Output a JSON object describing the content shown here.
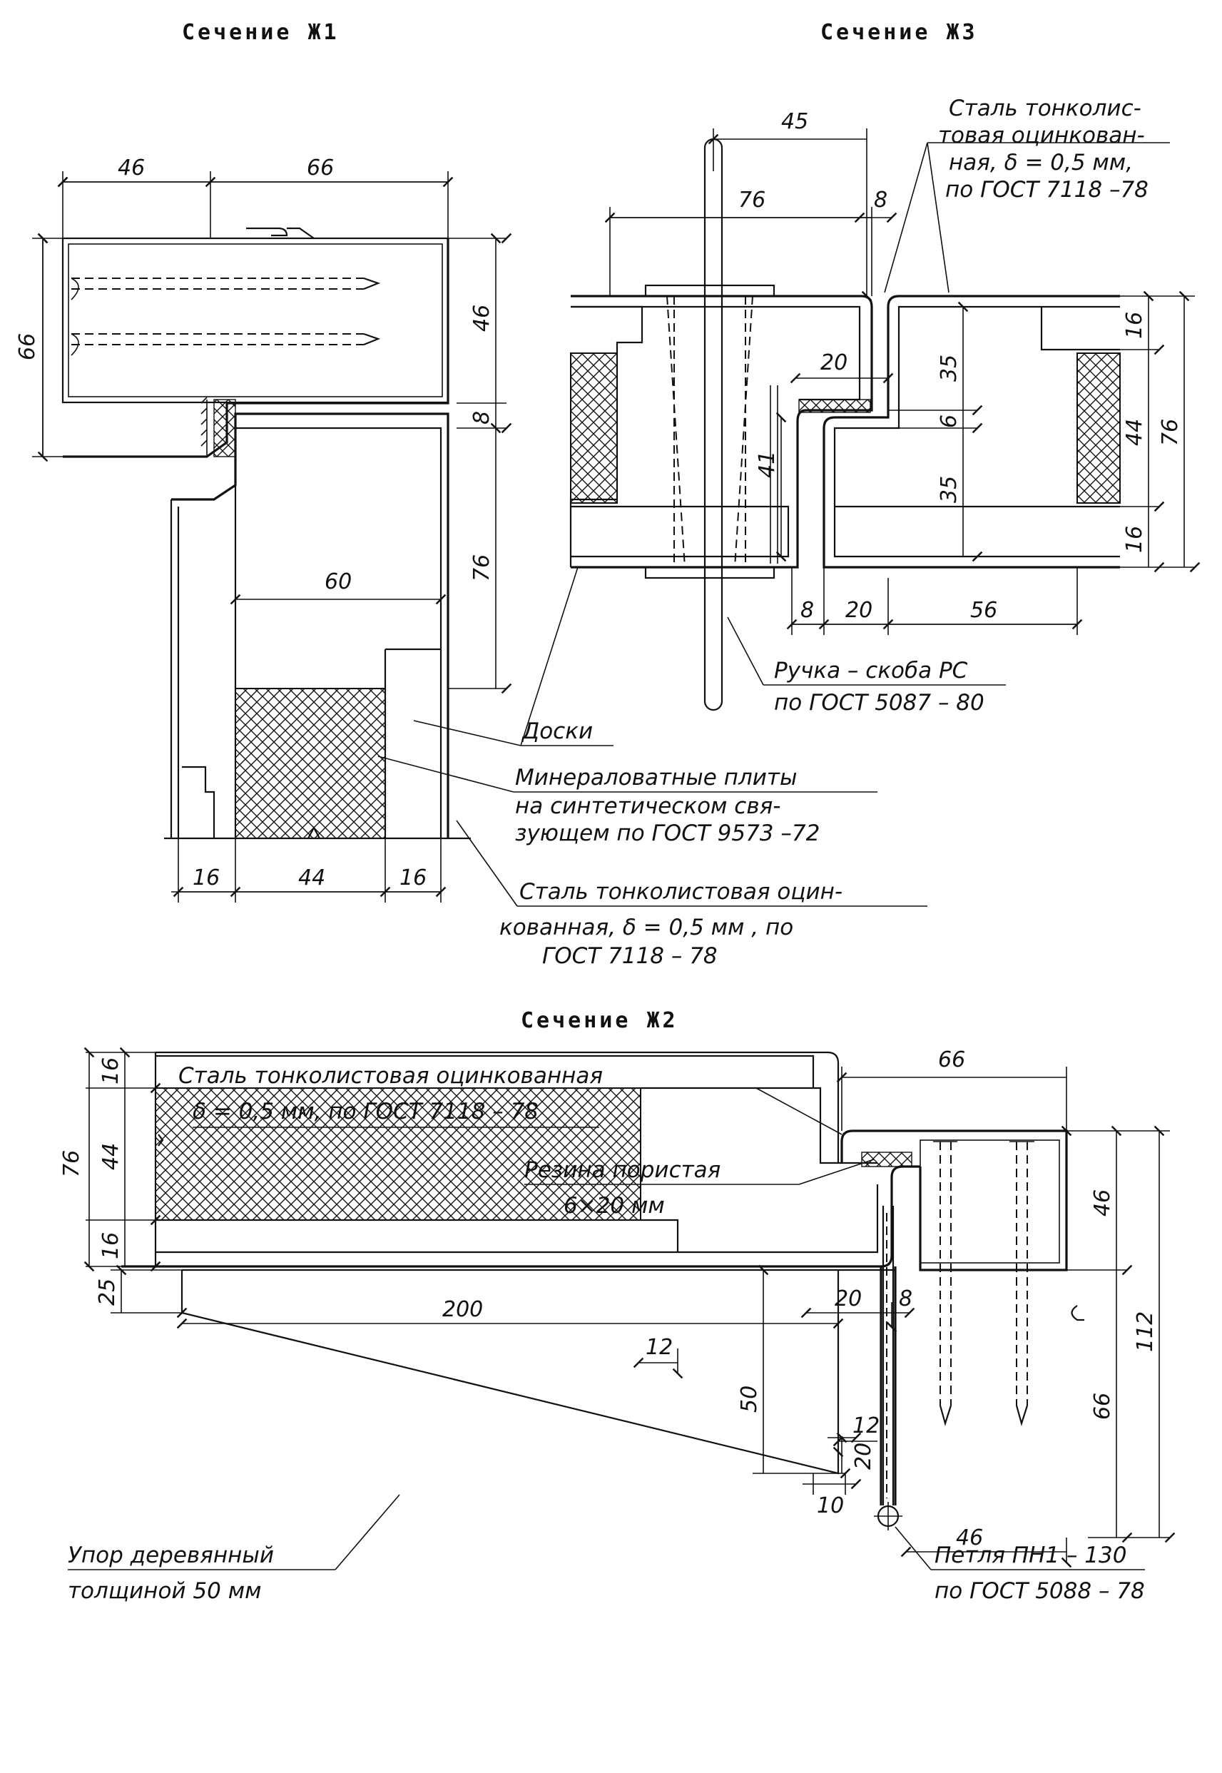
{
  "sections": {
    "zh1": {
      "title": "Сечение Ж1"
    },
    "zh3": {
      "title": "Сечение Ж3"
    },
    "zh2": {
      "title": "Сечение Ж2"
    }
  },
  "zh1_dims": {
    "d46_top": "46",
    "d66_top": "66",
    "d66_left": "66",
    "d46_right": "46",
    "d8_right": "8",
    "d76_right": "76",
    "d60": "60",
    "d16_a": "16",
    "d44": "44",
    "d16_b": "16"
  },
  "zh3_dims": {
    "d45": "45",
    "d76": "76",
    "d8": "8",
    "d20_top": "20",
    "d41": "41",
    "d35_a": "35",
    "d6": "6",
    "d35_b": "35",
    "d16_r1": "16",
    "d44_r": "44",
    "d76_r": "76",
    "d16_r2": "16",
    "d8_bot": "8",
    "d20_bot": "20",
    "d56": "56"
  },
  "zh2_dims": {
    "d66": "66",
    "d46_r": "46",
    "d112": "112",
    "d66_r": "66",
    "d16_l1": "16",
    "d44_l": "44",
    "d76_l": "76",
    "d16_l2": "16",
    "d20": "20",
    "d8": "8",
    "d12_a": "12",
    "d12_b": "12",
    "d46_bot": "46",
    "d25": "25",
    "d200": "200",
    "d50": "50",
    "d20_v": "20",
    "d10": "10"
  },
  "notes": {
    "steel_zh3": [
      "Сталь тонколис-",
      "товая оцинкован-",
      "ная,  δ = 0,5 мм,",
      "по ГОСТ 7118 –78"
    ],
    "handle": [
      "Ручка – скоба  РС",
      "по ГОСТ 5087 – 80"
    ],
    "boards": "Доски",
    "mineral": [
      "Минераловатные  плиты",
      "на синтетическом   свя-",
      "зующем  по ГОСТ 9573 –72"
    ],
    "steel_zh1": [
      "Сталь тонколистовая оцин-",
      "кованная,  δ = 0,5 мм , по",
      "ГОСТ 7118  – 78"
    ],
    "steel_zh2": [
      "Сталь тонколистовая  оцинкованная",
      "δ = 0,5 мм, по  ГОСТ  7118 – 78"
    ],
    "rubber": [
      "Резина  пористая",
      "6×20 мм"
    ],
    "hinge": [
      "Петля  ПН1 – 130",
      "по ГОСТ 5088 – 78"
    ],
    "stop": [
      "Упор деревянный",
      "толщиной  50 мм"
    ]
  }
}
